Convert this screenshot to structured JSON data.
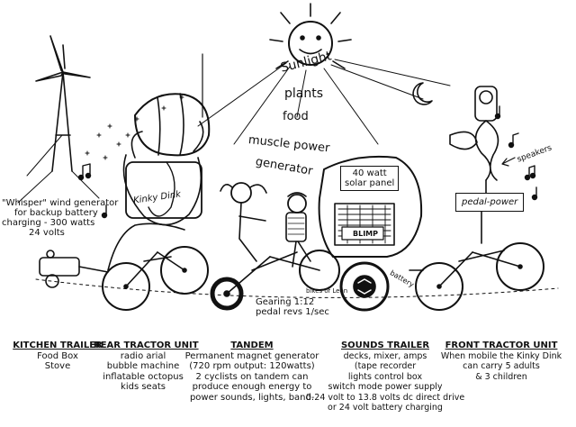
{
  "energy_chain": [
    "Sunlight",
    "plants",
    "food",
    "muscle power",
    "generator"
  ],
  "labels": {
    "wind": [
      "\"Whisper\" wind generator",
      "for backup battery",
      "charging - 300 watts",
      "24 volts"
    ],
    "sign_kinky_dink": "Kinky Dink",
    "solar_panel": [
      "40 watt",
      "solar panel"
    ],
    "gearing": [
      "Gearing 1:12",
      "pedal revs 1/sec"
    ],
    "speakers": "speakers",
    "pedal_power": "pedal-power",
    "battery_tag": "battery",
    "small_tag": "bikes of Leon",
    "blimp": "BLIMP"
  },
  "sections": [
    {
      "title": "KITCHEN TRAILER",
      "lines": [
        "Food Box",
        "Stove"
      ]
    },
    {
      "title": "REAR TRACTOR UNIT",
      "lines": [
        "radio arial",
        "bubble machine",
        "inflatable octopus",
        "kids seats"
      ]
    },
    {
      "title": "TANDEM",
      "lines": [
        "Permanent magnet generator",
        "(720 rpm output: 120watts)",
        "2 cyclists on tandem can",
        "produce enough energy to",
        "power sounds, lights, band."
      ]
    },
    {
      "title": "SOUNDS TRAILER",
      "lines": [
        "decks, mixer, amps",
        "(tape recorder",
        "lights control box",
        "switch mode power supply",
        "0-24 volt to 13.8 volts dc direct drive",
        "or 24 volt battery charging"
      ]
    },
    {
      "title": "FRONT TRACTOR UNIT",
      "lines": [
        "When mobile the Kinky Dink",
        "can carry 5 adults",
        "& 3 children"
      ]
    }
  ],
  "icons": [
    "sun-icon",
    "moon-icon",
    "wind-turbine-icon",
    "music-note-icon",
    "bicycle-icon"
  ]
}
